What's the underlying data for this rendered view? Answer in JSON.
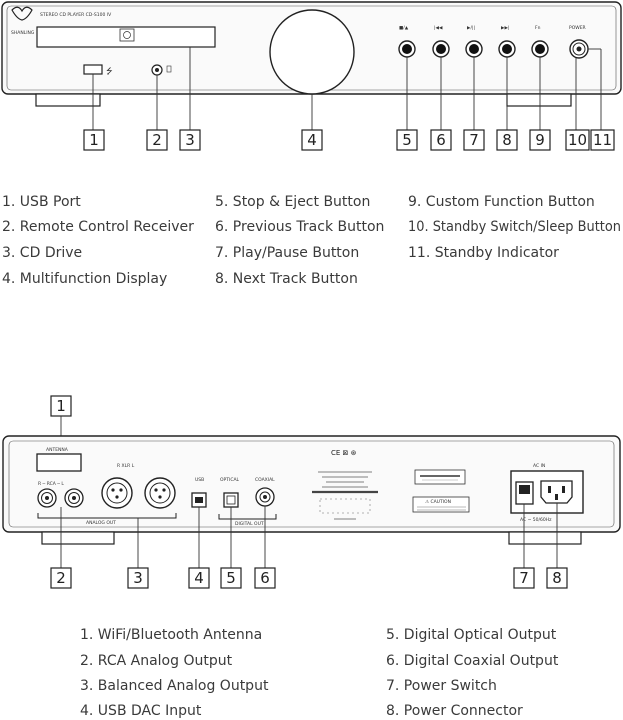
{
  "front": {
    "brand_logo_text": "SHANLING",
    "model_text": "STEREO CD PLAYER CD-S100 IV",
    "usb_symbol": "⭍",
    "button_labels": [
      "■/▲",
      "|◀◀",
      "▶/||",
      "▶▶|",
      "Fn",
      "POWER"
    ],
    "callouts": [
      "1",
      "2",
      "3",
      "4",
      "5",
      "6",
      "7",
      "8",
      "9",
      "10",
      "11"
    ],
    "legend_col1": [
      "1. USB Port",
      "2. Remote Control Receiver",
      "3. CD Drive",
      "4. Multifunction Display"
    ],
    "legend_col2": [
      "5. Stop & Eject Button",
      "6. Previous Track Button",
      "7. Play/Pause Button",
      "8. Next Track Button"
    ],
    "legend_col3": [
      "9. Custom Function Button",
      "10. Standby Switch/Sleep Button",
      "11. Standby Indicator"
    ]
  },
  "rear": {
    "antenna_label": "ANTENNA",
    "rca_label": "R  ─ RCA ─  L",
    "xlr_label": "R    XLR    L",
    "analog_out_label": "ANALOG OUT",
    "usb_label": "USB",
    "optical_label": "OPTICAL",
    "coaxial_label": "COAXIAL",
    "digital_out_label": "DIGITAL OUT",
    "cert_marks": "CE ⊠ ⊛",
    "power_label": "AC IN",
    "voltage_label": "AC ~ 50/60Hz",
    "caution_label": "⚠ CAUTION",
    "callouts": [
      "1",
      "2",
      "3",
      "4",
      "5",
      "6",
      "7",
      "8"
    ],
    "legend_col1": [
      "1. WiFi/Bluetooth Antenna",
      "2. RCA Analog Output",
      "3. Balanced Analog Output",
      "4. USB DAC Input"
    ],
    "legend_col2": [
      "5. Digital Optical Output",
      "6. Digital Coaxial Output",
      "7. Power Switch",
      "8. Power Connector"
    ]
  }
}
